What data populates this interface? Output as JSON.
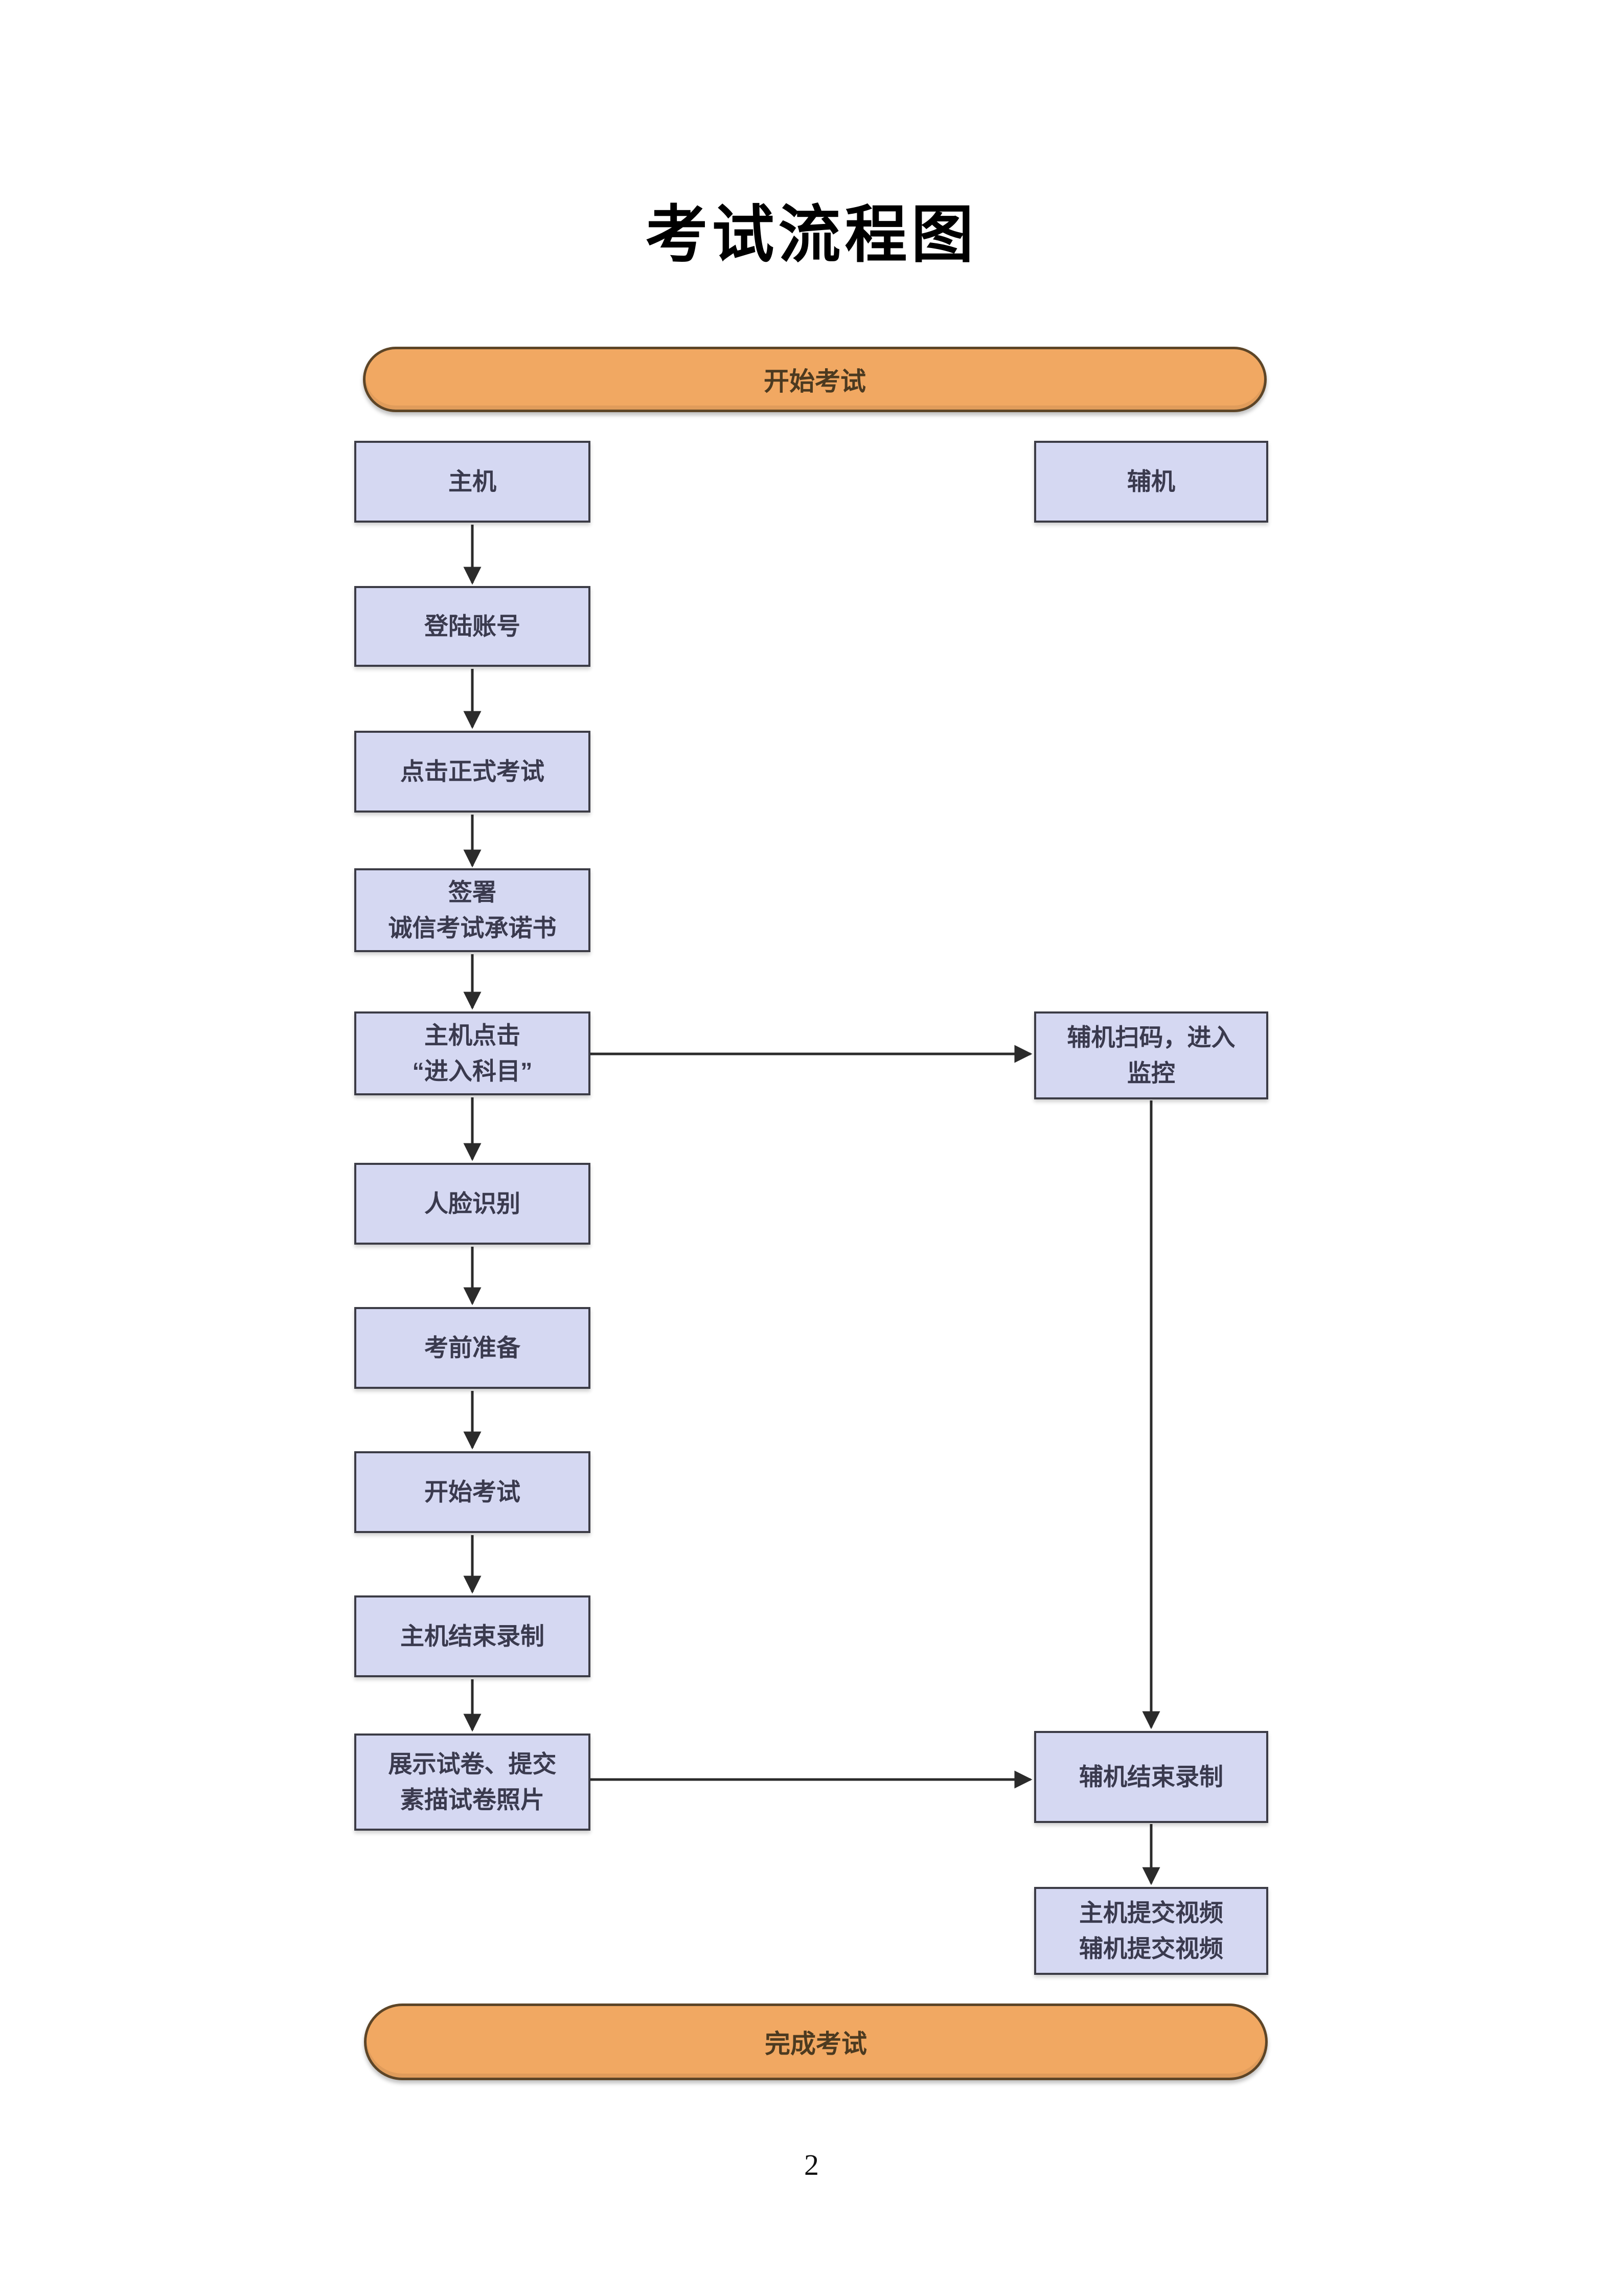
{
  "page": {
    "title": "考试流程图",
    "page_number": "2"
  },
  "flowchart": {
    "start_label": "开始考试",
    "end_label": "完成考试",
    "colors": {
      "node_fill": "#d5d8f2",
      "node_border": "#3c3c46",
      "node_text": "#3a3a4e",
      "pill_fill": "#f1a862",
      "pill_border": "#5d4527",
      "pill_text": "#4c3a20",
      "connector": "#2b2b2b"
    },
    "left_column": [
      {
        "label": "主机"
      },
      {
        "label": "登陆账号"
      },
      {
        "label": "点击正式考试"
      },
      {
        "label": "签署\n诚信考试承诺书"
      },
      {
        "label": "主机点击\n“进入科目”"
      },
      {
        "label": "人脸识别"
      },
      {
        "label": "考前准备"
      },
      {
        "label": "开始考试"
      },
      {
        "label": "主机结束录制"
      },
      {
        "label": "展示试卷、提交\n素描试卷照片"
      }
    ],
    "right_column": [
      {
        "label": "辅机"
      },
      {
        "label": "辅机扫码，进入\n监控"
      },
      {
        "label": "辅机结束录制"
      },
      {
        "label": "主机提交视频\n辅机提交视频"
      }
    ]
  }
}
